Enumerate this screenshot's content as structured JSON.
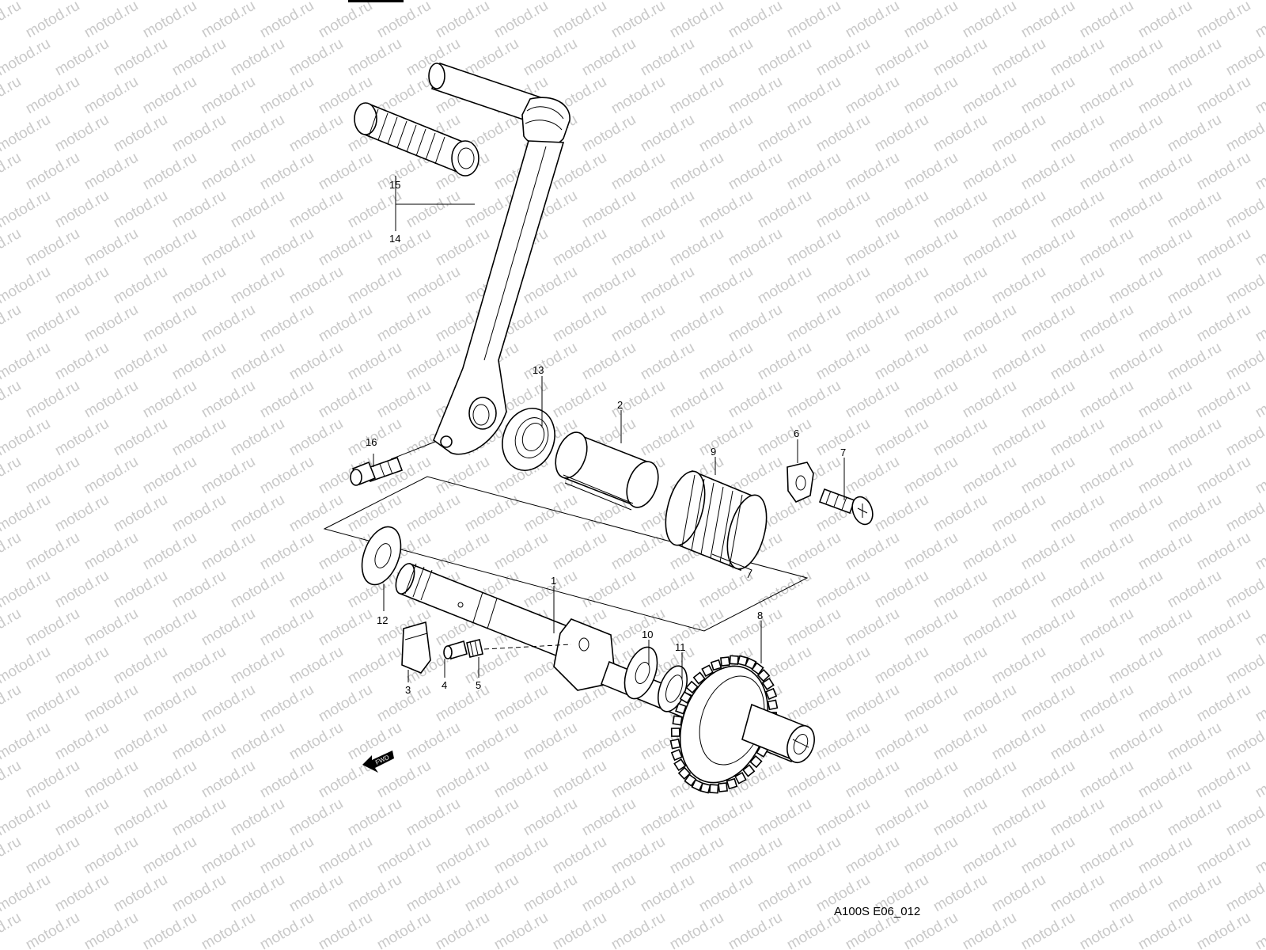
{
  "watermark": {
    "text": "motod.ru"
  },
  "diagram_code": "A100S E06_012",
  "fwd_label": "FWD",
  "callouts": {
    "p1": "1",
    "p2": "2",
    "p3": "3",
    "p4": "4",
    "p5": "5",
    "p6": "6",
    "p7": "7",
    "p8": "8",
    "p9": "9",
    "p10": "10",
    "p11": "11",
    "p12": "12",
    "p13": "13",
    "p14": "14",
    "p15": "15",
    "p16": "16"
  }
}
